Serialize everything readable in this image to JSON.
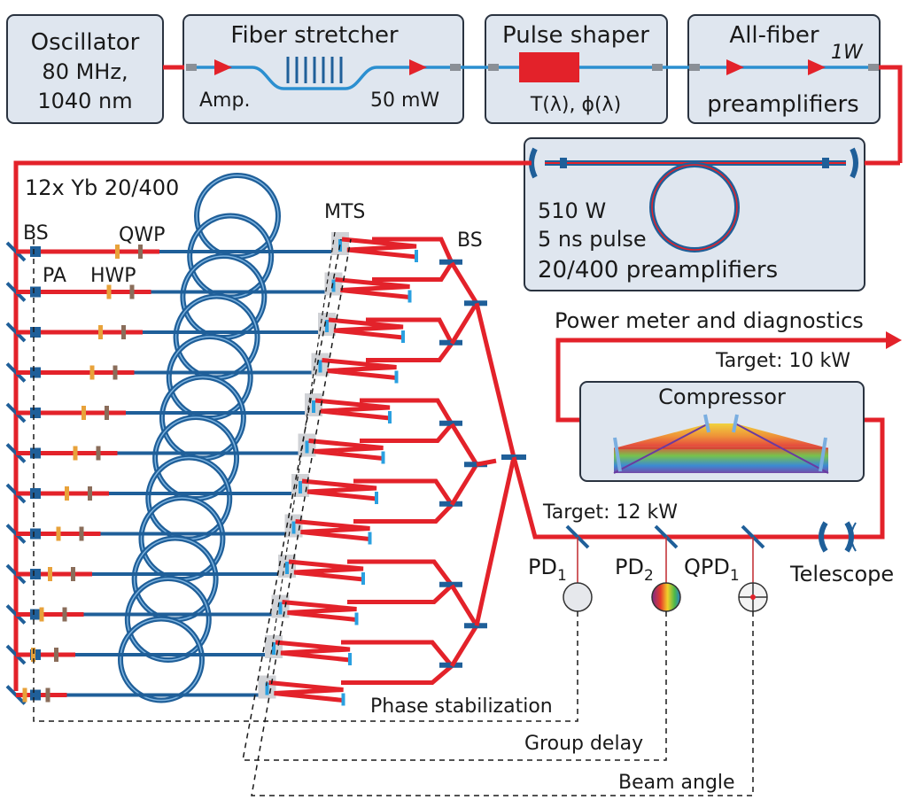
{
  "blocks": {
    "oscillator": {
      "title": "Oscillator",
      "line1": "80 MHz,",
      "line2": "1040 nm"
    },
    "stretcher": {
      "title": "Fiber stretcher",
      "amp": "Amp.",
      "power": "50 mW"
    },
    "shaper": {
      "title": "Pulse shaper",
      "func": "T(λ), ϕ(λ)"
    },
    "preamp": {
      "title": "All-fiber",
      "power": "1W",
      "subtitle": "preamplifiers"
    },
    "main_amp": {
      "power": "510 W",
      "pulse": "5 ns pulse",
      "name": "20/400 preamplifiers"
    },
    "compressor": {
      "title": "Compressor"
    }
  },
  "labels": {
    "array": "12x Yb 20/400",
    "bs_left": "BS",
    "qwp": "QWP",
    "pa": "PA",
    "hwp": "HWP",
    "mts": "MTS",
    "bs_right": "BS",
    "power_meter": "Power meter and diagnostics",
    "target10": "Target: 10 kW",
    "target12": "Target: 12 kW",
    "pd1": "PD",
    "pd1_sub": "1",
    "pd2": "PD",
    "pd2_sub": "2",
    "qpd1": "QPD",
    "qpd1_sub": "1",
    "telescope": "Telescope",
    "phase": "Phase stabilization",
    "group": "Group delay",
    "angle": "Beam angle"
  },
  "colors": {
    "beam": "#e3222a",
    "fiber": "#2b8fd0",
    "box": "#dfe6ef",
    "optic": "#1f5f99"
  }
}
